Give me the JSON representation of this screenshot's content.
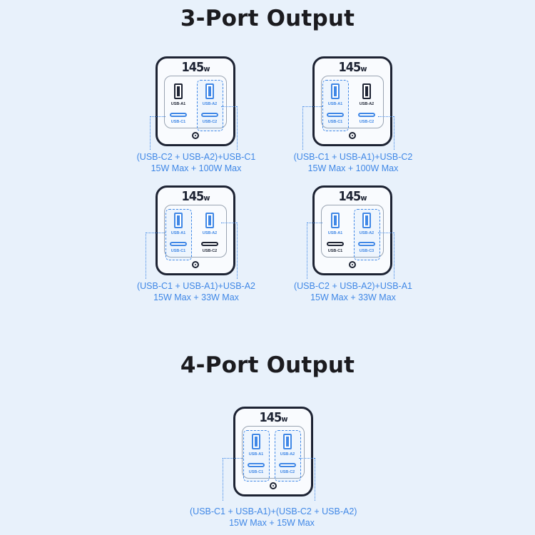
{
  "sections": {
    "three_port": {
      "title": "3-Port Output"
    },
    "four_port": {
      "title": "4-Port Output"
    }
  },
  "charger": {
    "wattage": "145",
    "unit": "w"
  },
  "port_labels": {
    "a1": "USB-A1",
    "a2": "USB-A2",
    "c1": "USB-C1",
    "c2": "USB-C2",
    "c2_alt": "USB-C3"
  },
  "configs": [
    {
      "caption1": "(USB-C2 + USB-A2)+USB-C1",
      "caption2": "15W Max + 100W Max"
    },
    {
      "caption1": "(USB-C1 + USB-A1)+USB-C2",
      "caption2": "15W Max + 100W Max"
    },
    {
      "caption1": "(USB-C1 + USB-A1)+USB-A2",
      "caption2": "15W Max + 33W Max"
    },
    {
      "caption1": "(USB-C2 + USB-A2)+USB-A1",
      "caption2": "15W Max + 33W Max"
    },
    {
      "caption1": "(USB-C1 + USB-A1)+(USB-C2 + USB-A2)",
      "caption2": "15W Max + 15W Max"
    }
  ],
  "colors": {
    "accent": "#3f87e6",
    "ink": "#1d2333",
    "background": "#e8f1fb"
  }
}
